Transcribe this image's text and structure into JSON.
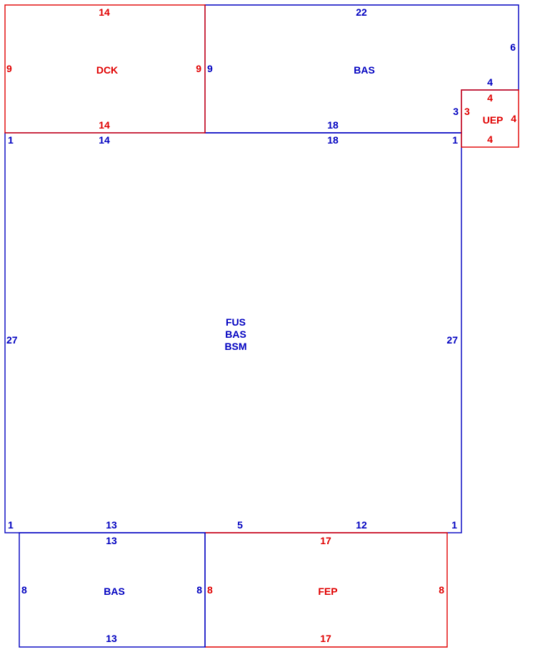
{
  "colors": {
    "blue": "#0000c0",
    "red": "#e00000"
  },
  "regions": {
    "dck": {
      "label": "DCK",
      "top": "14",
      "left": "9",
      "right": "9",
      "bottom": "14"
    },
    "bas_top": {
      "label": "BAS",
      "top": "22",
      "right": "6",
      "left": "9",
      "bottom": "18",
      "step_top": "4",
      "step_side": "3"
    },
    "uep": {
      "label": "UEP",
      "top": "4",
      "left": "3",
      "right": "4",
      "bottom": "4"
    },
    "fus": {
      "labels": [
        "FUS",
        "BAS",
        "BSM"
      ],
      "top_left_corner": "1",
      "top_a": "14",
      "top_b": "18",
      "top_right_corner": "1",
      "left": "27",
      "right": "27",
      "bottom_left_corner": "1",
      "bottom_a": "13",
      "bottom_b": "5",
      "bottom_c": "12",
      "bottom_right_corner": "1"
    },
    "bas_bottom": {
      "label": "BAS",
      "top": "13",
      "left": "8",
      "right": "8",
      "bottom": "13"
    },
    "fep": {
      "label": "FEP",
      "top": "17",
      "left": "8",
      "right": "8",
      "bottom": "17"
    }
  }
}
